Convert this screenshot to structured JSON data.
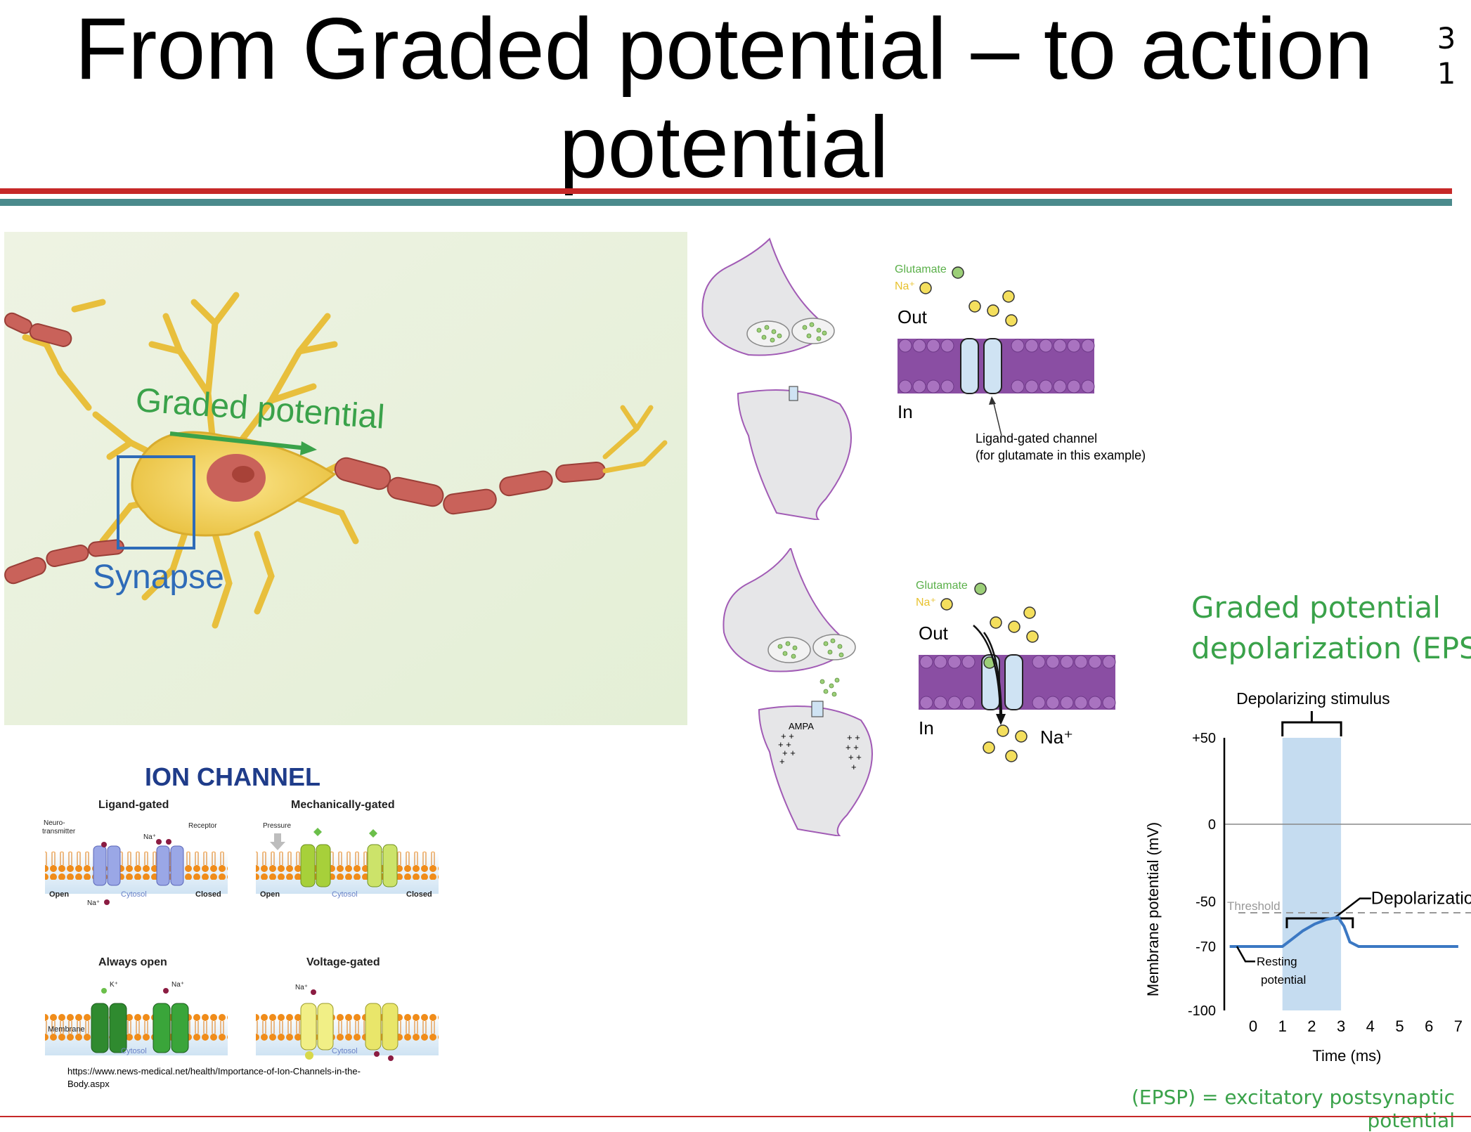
{
  "slide": {
    "title": "From Graded potential – to action\npotential",
    "number": "3\n1"
  },
  "neuron_panel": {
    "graded_label": "Graded potential",
    "synapse_label": "Synapse",
    "colors": {
      "graded": "#3aa24a",
      "synapse": "#2e6bb8",
      "axon": "#c9625a",
      "body": "#f0cd55"
    }
  },
  "synapse_top": {
    "legend_glutamate": "Glutamate",
    "legend_na": "Na⁺",
    "out_label": "Out",
    "in_label": "In",
    "channel_caption_1": "Ligand-gated channel",
    "channel_caption_2": "(for glutamate in this example)"
  },
  "synapse_bottom": {
    "legend_glutamate": "Glutamate",
    "legend_na": "Na⁺",
    "out_label": "Out",
    "in_label": "In",
    "na_label": "Na⁺",
    "ampa_label": "AMPA"
  },
  "ion_channel": {
    "title": "ION CHANNEL",
    "panels": [
      {
        "title": "Ligand-gated",
        "left_label": "Open",
        "right_label": "Closed",
        "cytosol": "Cytosol",
        "extra": [
          "Neuro-",
          "transmitter",
          "Receptor",
          "Na⁺",
          "Na⁺"
        ]
      },
      {
        "title": "Mechanically-gated",
        "left_label": "Open",
        "right_label": "Closed",
        "cytosol": "Cytosol",
        "extra": [
          "Pressure"
        ]
      },
      {
        "title": "Always open",
        "cytosol": "Cytosol",
        "extra": [
          "K⁺",
          "Na⁺",
          "Membrane"
        ]
      },
      {
        "title": "Voltage-gated",
        "cytosol": "Cytosol",
        "extra": [
          "Na⁺"
        ]
      }
    ],
    "source_url": "https://www.news-medical.net/health/Importance-of-Ion-Channels-in-the-Body.aspx"
  },
  "epsp": {
    "title_line1": "Graded potential",
    "title_line2": "depolarization (EPSP)",
    "footnote": "(EPSP) = excitatory postsynaptic potential"
  },
  "chart_data": {
    "type": "line",
    "title": "",
    "xlabel": "Time (ms)",
    "ylabel": "Membrane potential (mV)",
    "xlim": [
      -0.8,
      7
    ],
    "ylim": [
      -100,
      50
    ],
    "x_ticks": [
      "0",
      "1",
      "2",
      "3",
      "4",
      "5",
      "6",
      "7"
    ],
    "y_ticks": [
      {
        "label": "+50",
        "value": 50
      },
      {
        "label": "0",
        "value": 0
      },
      {
        "label": "-50",
        "value": -50
      },
      {
        "label": "-70",
        "value": -70
      },
      {
        "label": "-100",
        "value": -100
      }
    ],
    "stimulus": {
      "label": "Depolarizing stimulus",
      "x_start": 1,
      "x_end": 3
    },
    "threshold": {
      "label": "Threshold",
      "value": -55
    },
    "annotations": {
      "depolarization": "Depolarization",
      "resting_1": "Resting",
      "resting_2": "potential"
    },
    "series": [
      {
        "x": [
          -0.8,
          1.0,
          1.3,
          1.7,
          2.1,
          2.5,
          2.9,
          3.1,
          3.3,
          3.6,
          7.0
        ],
        "y": [
          -70,
          -70,
          -67,
          -63,
          -60,
          -58,
          -57,
          -61,
          -68,
          -70,
          -70
        ]
      }
    ],
    "colors": {
      "line": "#3b78c3",
      "stimulus_band": "#c5dcf0",
      "threshold": "#999999"
    }
  }
}
